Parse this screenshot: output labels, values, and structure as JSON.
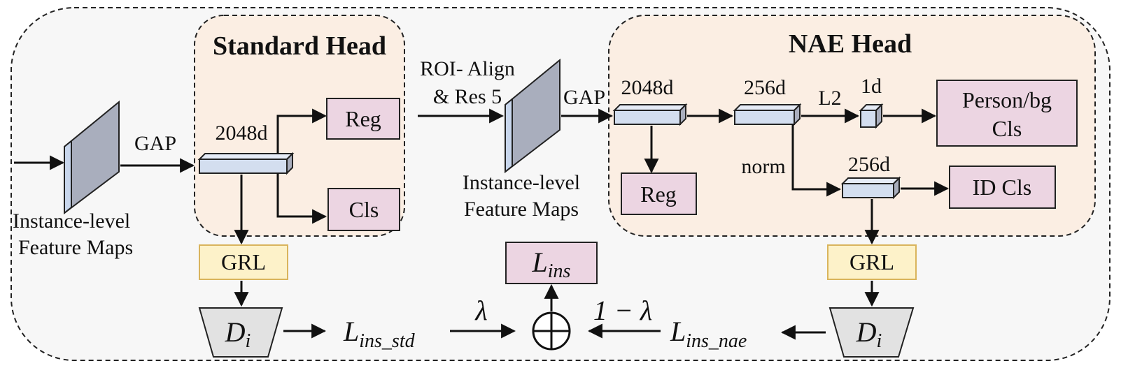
{
  "colors": {
    "outer_bg": "#f7f7f7",
    "head_bg": "#fbeee3",
    "cls_box": "#ecd5e2",
    "grl_box": "#fdf2c9",
    "grl_border": "#d9b45c",
    "feature_front": "#c8d6ec",
    "feature_side": "#a9aebd",
    "vector_fill": "#d3deef",
    "disc_fill": "#e2e2e2"
  },
  "standard_head": {
    "title": "Standard Head",
    "vector_label": "2048d",
    "reg_label": "Reg",
    "cls_label": "Cls"
  },
  "nae_head": {
    "title": "NAE Head",
    "vec1_label": "2048d",
    "vec2_label": "256d",
    "vec3_label": "1d",
    "vec4_label": "256d",
    "l2_label": "L2",
    "norm_label": "norm",
    "reg_label": "Reg",
    "person_cls_line1": "Person/bg",
    "person_cls_line2": "Cls",
    "id_cls_label": "ID Cls"
  },
  "left_features": {
    "line1": "Instance-level",
    "line2": "Feature Maps",
    "gap_label": "GAP"
  },
  "mid_features": {
    "roi_line1": "ROI- Align",
    "roi_line2": "& Res 5",
    "gap_label": "GAP",
    "line1": "Instance-level",
    "line2": "Feature Maps"
  },
  "losses": {
    "grl_left": "GRL",
    "grl_right": "GRL",
    "disc_left": "D",
    "disc_left_sub": "i",
    "disc_right": "D",
    "disc_right_sub": "i",
    "ins_total": "L",
    "ins_total_sub": "ins",
    "ins_std": "L",
    "ins_std_sub": "ins_std",
    "ins_nae": "L",
    "ins_nae_sub": "ins_nae",
    "lambda_label": "λ",
    "one_minus_lambda_label": "1 − λ"
  }
}
